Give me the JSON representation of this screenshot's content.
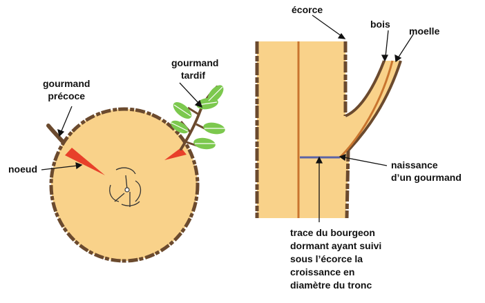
{
  "colors": {
    "wood": "#F9D28A",
    "bark": "#6B4A2E",
    "pith_line": "#C9752F",
    "knot_red": "#E8402A",
    "leaf": "#7CC84E",
    "leaf_vein": "#FFFFFF",
    "bud_trace": "#5B63A6",
    "text": "#111111"
  },
  "labels": {
    "gourmand_precoce": [
      "gourmand",
      "précoce"
    ],
    "gourmand_tardif": [
      "gourmand",
      "tardif"
    ],
    "noeud": "noeud",
    "ecorce": "écorce",
    "bois": "bois",
    "moelle": "moelle",
    "naissance": [
      "naissance",
      "d’un gourmand"
    ],
    "trace": [
      "trace du bourgeon",
      "dormant ayant suivi",
      "sous l’écorce la",
      "croissance en",
      "diamètre du tronc"
    ]
  }
}
